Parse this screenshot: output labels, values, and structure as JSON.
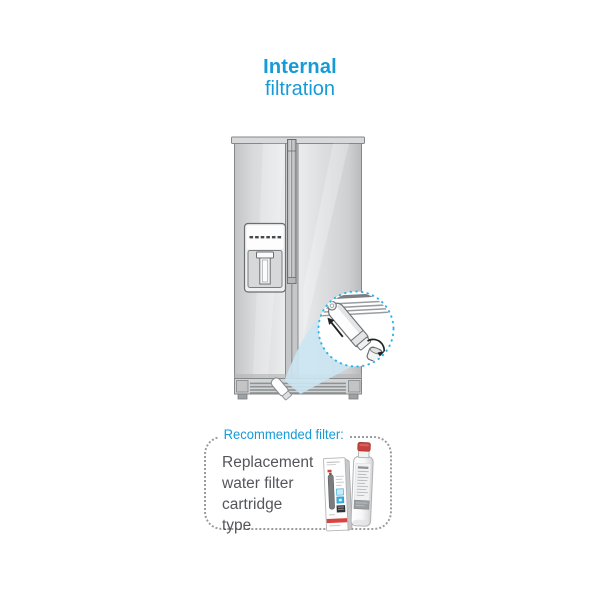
{
  "title": {
    "line1": "Internal",
    "line2": "filtration"
  },
  "recommended": {
    "label": "Recommended filter:",
    "body": [
      "Replacement",
      "water filter",
      "cartridge",
      "type"
    ]
  },
  "colors": {
    "accent_cyan": "#169bd7",
    "callout_cyan": "#2fb4e9",
    "body_text": "#54565b",
    "dotted_border": "#9c9c9c",
    "fridge_gray": "#d4d6d8",
    "cap_red": "#c9413d",
    "beam_blue": "#cbe5f2"
  },
  "icons": {
    "insert_arrow": "arrow pointing up-left along filter",
    "rotate_arrow": "curved rotation arrow around filter cap"
  }
}
